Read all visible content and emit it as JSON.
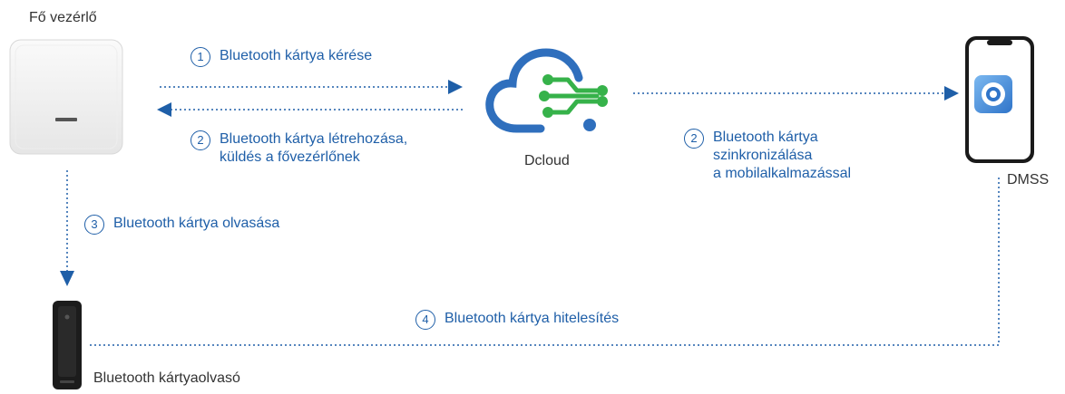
{
  "nodes": {
    "main_controller": "Fő vezérlő",
    "dcloud": "Dcloud",
    "dmss": "DMSS",
    "card_reader": "Bluetooth kártyaolvasó"
  },
  "steps": [
    {
      "num": "1",
      "lines": [
        "Bluetooth kártya kérése"
      ]
    },
    {
      "num": "2",
      "lines": [
        "Bluetooth kártya létrehozása,",
        "küldés a fővezérlőnek"
      ]
    },
    {
      "num": "2",
      "lines": [
        "Bluetooth kártya",
        "szinkronizálása",
        "a mobilalkalmazással"
      ]
    },
    {
      "num": "3",
      "lines": [
        "Bluetooth kártya olvasása"
      ]
    },
    {
      "num": "4",
      "lines": [
        "Bluetooth kártya hitelesítés"
      ]
    }
  ],
  "colors": {
    "accent": "#1f5fa8",
    "cloud_blue": "#2f6fbd",
    "cloud_green": "#36b24a"
  },
  "icons": [
    "controller-device-icon",
    "cloud-icon",
    "smartphone-icon",
    "dmss-app-icon",
    "card-reader-icon"
  ]
}
